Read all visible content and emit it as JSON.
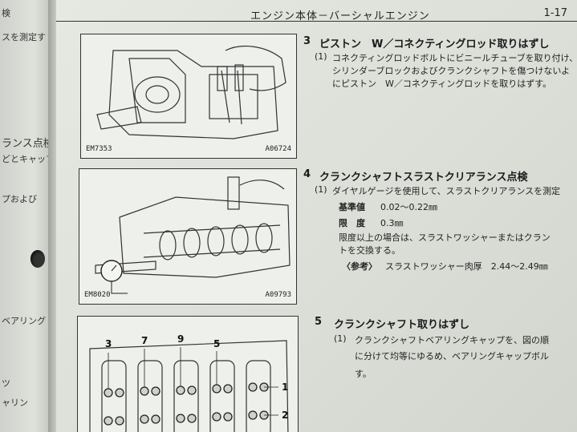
{
  "left_page": {
    "fragments": [
      "検",
      "スを測定す",
      "ランス点検",
      "どとキャップ",
      "プおよび",
      "ベアリング",
      "ツ",
      "ャリン"
    ]
  },
  "header": {
    "title": "エンジン本体－バーシャルエンジン",
    "page": "1-17"
  },
  "figures": [
    {
      "code": "EM7353",
      "ref": "A06724"
    },
    {
      "code": "EM8020",
      "ref": "A09793"
    },
    {
      "callouts": [
        "3",
        "7",
        "9",
        "5",
        "1",
        "2"
      ]
    }
  ],
  "sections": [
    {
      "number": "3",
      "title": "ピストン　W／コネクティングロッド取りはずし",
      "step": "(1)",
      "lines": [
        "コネクティングロッドボルトにビニールチューブを取り付け、",
        "シリンダーブロックおよびクランクシャフトを傷つけないよ",
        "にピストン　W／コネクティングロッドを取りはずす。"
      ]
    },
    {
      "number": "4",
      "title": "クランクシャフトスラストクリアランス点検",
      "step": "(1)",
      "lines": [
        "ダイヤルゲージを使用して、スラストクリアランスを測定"
      ],
      "specs": [
        {
          "label": "基準値",
          "value": "0.02～0.22㎜"
        },
        {
          "label": "限　度",
          "value": "0.3㎜"
        }
      ],
      "after_lines": [
        "限度以上の場合は、スラストワッシャーまたはクラン",
        "トを交換する。"
      ],
      "note_label": "〈参考〉",
      "note_text": "スラストワッシャー肉厚　2.44～2.49㎜"
    },
    {
      "number": "5",
      "title": "クランクシャフト取りはずし",
      "step": "(1)",
      "lines": [
        "クランクシャフトベアリングキャップを、図の順",
        "に分けて均等にゆるめ、ベアリングキャップボル",
        "す。"
      ]
    }
  ]
}
